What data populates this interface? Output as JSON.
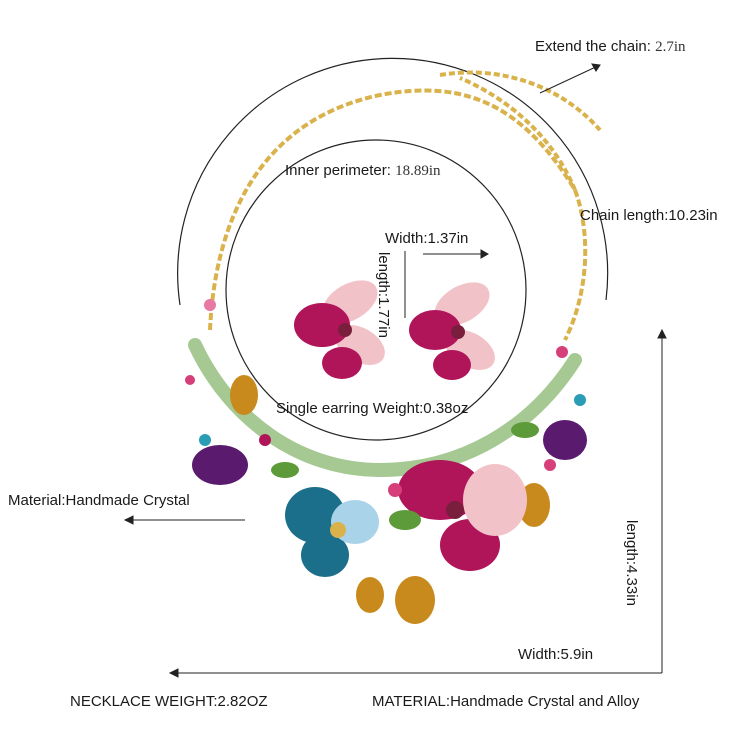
{
  "labels": {
    "extend_chain_prefix": "Extend the chain:",
    "extend_chain_value": "2.7in",
    "inner_perimeter_prefix": "Inner perimeter:",
    "inner_perimeter_value": "18.89in",
    "chain_length": "Chain length:10.23in",
    "earring_width": "Width:1.37in",
    "earring_length": "length:1.77in",
    "earring_weight": "Single earring Weight:0.38oz",
    "material": "Material:Handmade Crystal",
    "necklace_length": "length:4.33in",
    "necklace_width": "Width:5.9in",
    "necklace_weight": "NECKLACE WEIGHT:2.82OZ",
    "material_full": "MATERIAL:Handmade Crystal and Alloy"
  },
  "colors": {
    "gold": "#d9b24c",
    "magenta": "#b0155a",
    "purple": "#5a1a6e",
    "teal": "#1b6f8a",
    "blush": "#f1c3c8",
    "amber": "#c98a1d",
    "leaf": "#5d9a3a"
  }
}
